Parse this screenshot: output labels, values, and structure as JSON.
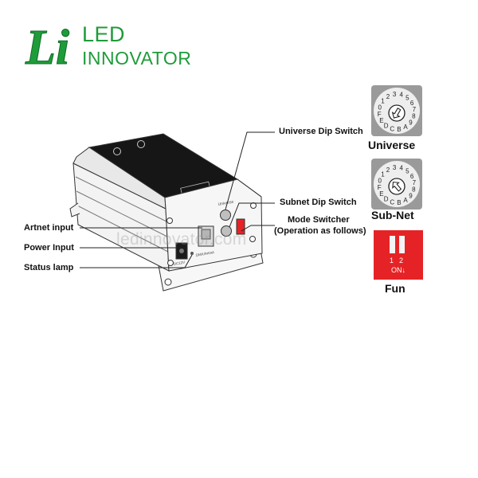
{
  "logo": {
    "mark": "Li",
    "line1": "LED",
    "line2": "INNOVATOR"
  },
  "watermark": "ledinnovator.com",
  "callouts": {
    "universe_dip": "Universe Dip Switch",
    "subnet_dip": "Subnet Dip Switch",
    "mode_switcher_1": "Mode Switcher",
    "mode_switcher_2": "(Operation as follows)",
    "artnet_input": "Artnet input",
    "power_input": "Power Input",
    "status_lamp": "Status lamp"
  },
  "switches": {
    "universe_label": "Universe",
    "subnet_label": "Sub-Net",
    "fun_label": "Fun",
    "dial_digits": [
      "0",
      "1",
      "2",
      "3",
      "4",
      "5",
      "6",
      "7",
      "8",
      "9",
      "A",
      "B",
      "C",
      "D",
      "E",
      "F"
    ],
    "fun_numbers": [
      "1",
      "2"
    ],
    "fun_on": "ON↓"
  },
  "device": {
    "port_label": "DMX/Artnet",
    "dc_label": "DC12V",
    "panel_label": "Universe"
  },
  "colors": {
    "brand_green": "#1f9c3a",
    "fun_red": "#e52326",
    "dial_gray": "#9a9a9a"
  },
  "icons": [
    "rotary-dial-icon",
    "dip-switch-icon"
  ]
}
